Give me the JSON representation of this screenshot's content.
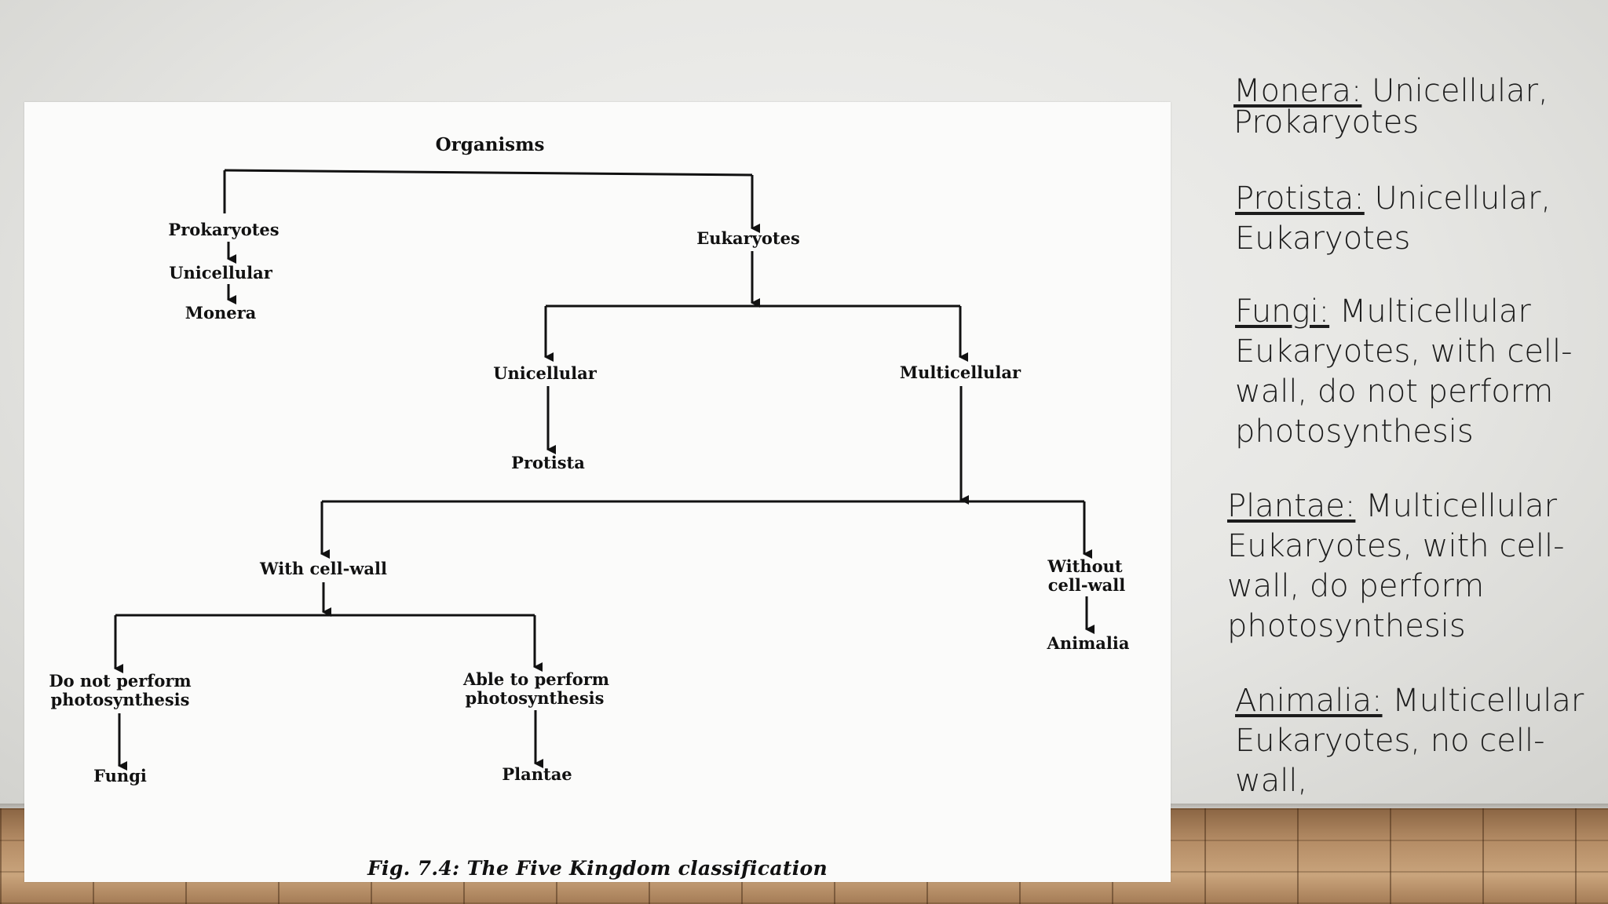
{
  "diagram": {
    "nodes": {
      "organisms": "Organisms",
      "prokaryotes": "Prokaryotes",
      "prok_unicellular": "Unicellular",
      "monera": "Monera",
      "eukaryotes": "Eukaryotes",
      "unicellular": "Unicellular",
      "multicellular": "Multicellular",
      "protista": "Protista",
      "with_cell_wall": "With cell-wall",
      "without_line1": "Without",
      "without_line2": "cell-wall",
      "animalia": "Animalia",
      "no_photo_line1": "Do not perform",
      "no_photo_line2": "photosynthesis",
      "photo_line1": "Able to perform",
      "photo_line2": "photosynthesis",
      "fungi": "Fungi",
      "plantae": "Plantae"
    },
    "caption_prefix": "Fig. 7.4:",
    "caption_text": "The Five Kingdom classification"
  },
  "notes": [
    {
      "term": "Monera:",
      "text": " Unicellular, Prokaryotes"
    },
    {
      "term": "Protista:",
      "text": " Unicellular, Eukaryotes"
    },
    {
      "term": "Fungi:",
      "text": " Multicellular Eukaryotes, with cell-wall, do not perform photosynthesis"
    },
    {
      "term": "Plantae:",
      "text": " Multicellular Eukaryotes, with cell-wall, do perform photosynthesis"
    },
    {
      "term": "Animalia:",
      "text": " Multicellular Eukaryotes, no cell-wall,"
    }
  ]
}
